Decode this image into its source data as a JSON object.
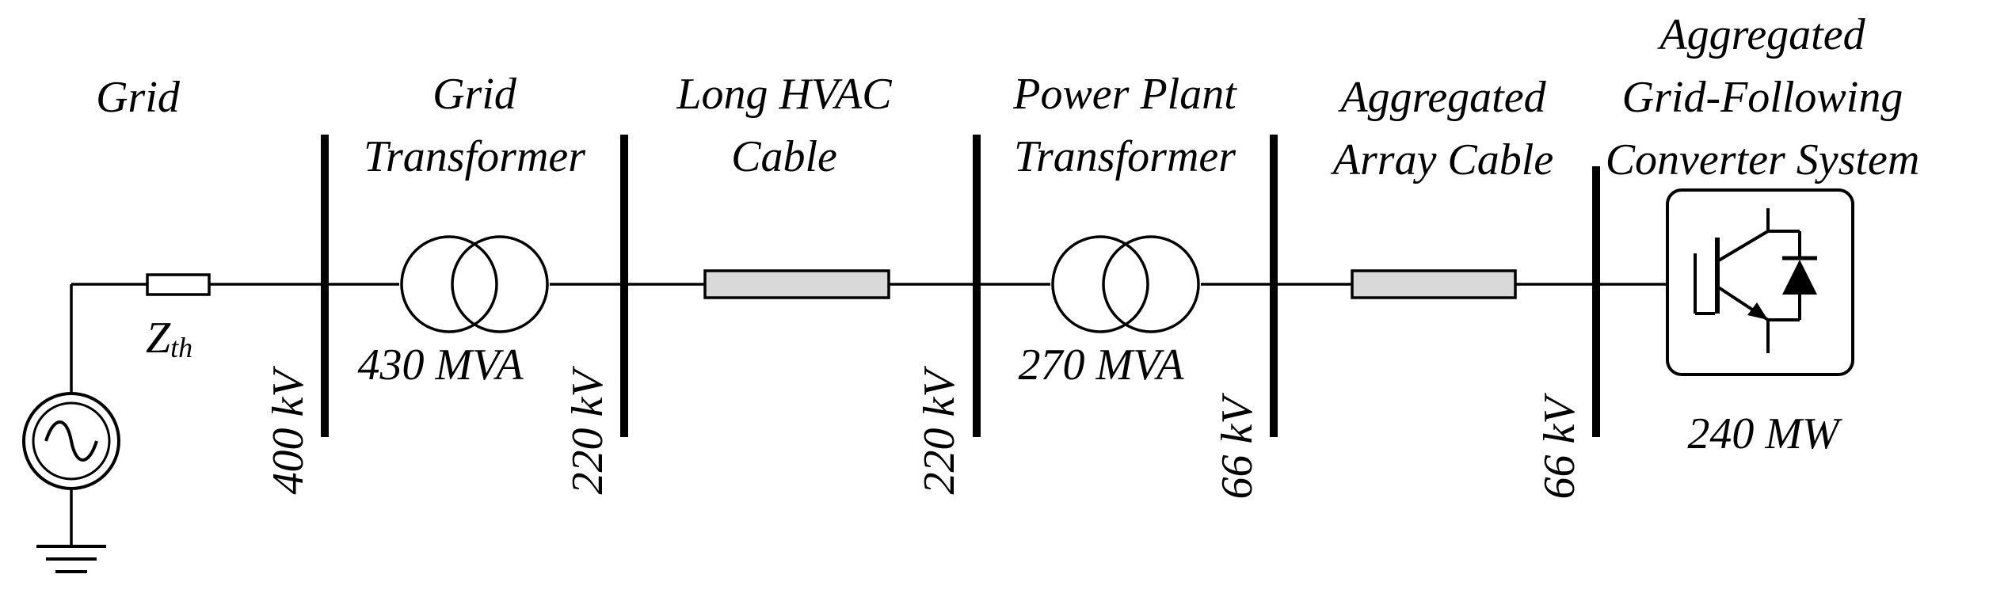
{
  "labels": {
    "grid": "Grid",
    "grid_transformer_1": "Grid",
    "grid_transformer_2": "Transformer",
    "hvac_cable_1": "Long HVAC",
    "hvac_cable_2": "Cable",
    "pp_transformer_1": "Power Plant",
    "pp_transformer_2": "Transformer",
    "array_cable_1": "Aggregated",
    "array_cable_2": "Array Cable",
    "converter_1": "Aggregated",
    "converter_2": "Grid-Following",
    "converter_3": "Converter System",
    "zth_base": "Z",
    "zth_sub": "th",
    "grid_transformer_rating": "430 MVA",
    "pp_transformer_rating": "270 MVA",
    "converter_rating": "240 MW"
  },
  "buses": {
    "b1": "400 kV",
    "b2": "220 kV",
    "b3": "220 kV",
    "b4": "66 kV",
    "b5": "66 kV"
  }
}
